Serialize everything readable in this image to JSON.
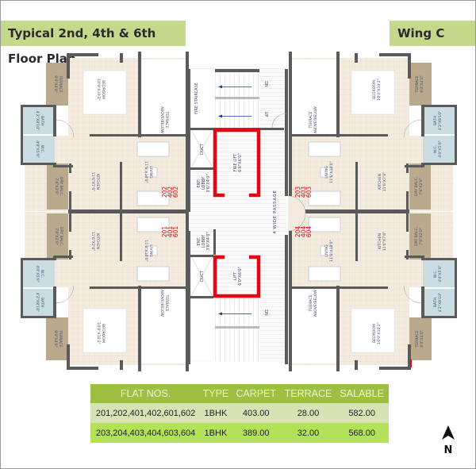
{
  "header": {
    "title": "Typical 2nd, 4th & 6th Floor Plan",
    "wing": "Wing C"
  },
  "colors": {
    "header_green": "#c5d98c",
    "table_header": "#9dc042",
    "row1": "#d6e3b5",
    "row2": "#b3e25a",
    "lift_red": "#e30613",
    "terrace": "#b9a98d",
    "wet_area": "#c9dde2",
    "floor_tile": "#f4ebdf"
  },
  "plan": {
    "units": [
      {
        "flats": [
          "202",
          "402",
          "602"
        ]
      },
      {
        "flats": [
          "201",
          "401",
          "601"
        ]
      },
      {
        "flats": [
          "203",
          "403",
          "603"
        ]
      },
      {
        "flats": [
          "204",
          "404",
          "604"
        ]
      }
    ],
    "rooms": {
      "bedroom": [
        "BEDROOM",
        "10'0\"X10'2\""
      ],
      "terrace": [
        "TERRACE",
        "8'0\"X4'0\""
      ],
      "bath": [
        "BATH",
        "4'2\"X8'10\""
      ],
      "wc": [
        "W.C.",
        "4'0\"X5'0\""
      ],
      "kitchen": [
        "KITCHEN",
        "11'6\"X7'6\""
      ],
      "living": [
        "LIVING",
        "11'6\"X10'0\""
      ],
      "dry_balc": [
        "DRY BALC.",
        "7'6\"X2'0\""
      ],
      "terrace_ab": [
        "TERRACE",
        "ABOVE/BELOW"
      ]
    },
    "core": {
      "fire_staircase": "FIRE STAIRCASE",
      "dn": "DN",
      "up": "UP",
      "duct": "DUCT",
      "fire_lift": [
        "FIRE LIFT",
        "6'6\"X6'0\""
      ],
      "lift": [
        "LIFT",
        "6'0\"X6'0\""
      ],
      "ent_lobby": [
        "ENT.",
        "LOBBY",
        "3'6\"X4'0\""
      ],
      "passage": "4'WIDE PASSAGE"
    }
  },
  "table": {
    "headers": [
      "FLAT NOS.",
      "TYPE",
      "CARPET",
      "TERRACE",
      "SALABLE"
    ],
    "rows": [
      [
        "201,202,401,402,601,602",
        "1BHK",
        "403.00",
        "28.00",
        "582.00"
      ],
      [
        "203,204,403,404,603,604",
        "1BHK",
        "389.00",
        "32.00",
        "568.00"
      ]
    ]
  },
  "north_label": "N"
}
